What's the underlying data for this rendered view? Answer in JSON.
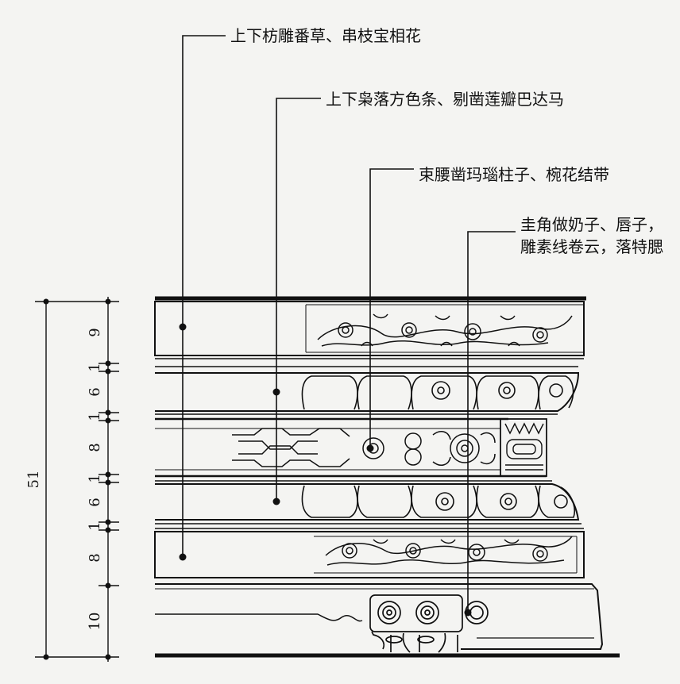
{
  "callouts": [
    {
      "id": "fang",
      "text": "上下枋雕番草、串枝宝相花"
    },
    {
      "id": "xiao",
      "text": "上下枭落方色条、剔凿莲瓣巴达马"
    },
    {
      "id": "shuyao",
      "text": "束腰凿玛瑙柱子、椀花结带"
    },
    {
      "id": "guijiao1",
      "text": "圭角做奶子、唇子，"
    },
    {
      "id": "guijiao2",
      "text": "雕素线卷云，落特腮"
    }
  ],
  "dimensions": {
    "total": "51",
    "segments": [
      "9",
      "1",
      "6",
      "1",
      "8",
      "1",
      "6",
      "1",
      "8",
      "10"
    ]
  },
  "colors": {
    "ink": "#111111",
    "paper": "#f4f4f2"
  }
}
